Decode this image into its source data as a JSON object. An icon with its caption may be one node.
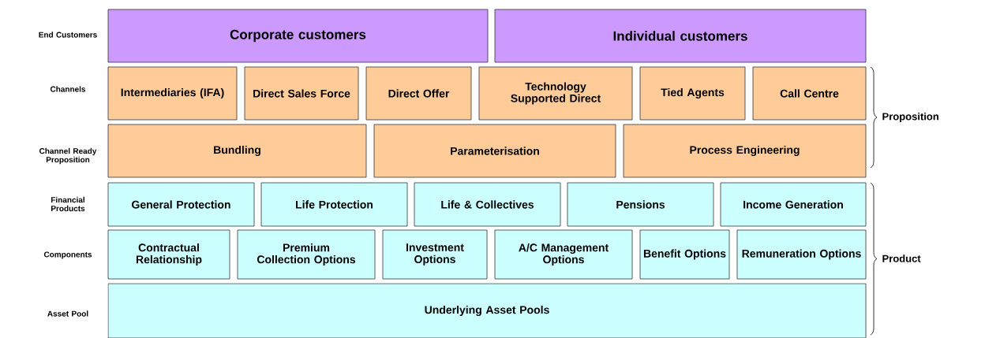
{
  "diagram": {
    "nodes": [
      {
        "text": [
          "Corporate customers"
        ]
      },
      {
        "text": [
          "Individual customers"
        ]
      },
      {
        "text": [
          "Intermediaries (IFA)"
        ]
      },
      {
        "text": [
          "Direct Sales Force"
        ]
      },
      {
        "text": [
          "Direct Offer"
        ]
      },
      {
        "text": [
          "Technology Supported Direct"
        ]
      },
      {
        "text": [
          "Tied Agents"
        ]
      },
      {
        "text": [
          "Call Centre"
        ]
      },
      {
        "text": [
          "Bundling"
        ]
      },
      {
        "text": [
          "Parameterisation"
        ]
      },
      {
        "text": [
          "Process Engineering"
        ]
      },
      {
        "text": [
          "General Protection"
        ]
      },
      {
        "text": [
          "Life Protection"
        ]
      },
      {
        "text": [
          "Life & Collectives"
        ]
      },
      {
        "text": [
          "Pensions"
        ]
      },
      {
        "text": [
          "Income Generation"
        ]
      },
      {
        "text": [
          "Contractual Relationship"
        ]
      },
      {
        "text": [
          "Premium Collection Options"
        ]
      },
      {
        "text": [
          "Investment Options"
        ]
      },
      {
        "text": [
          "A/C Management Options"
        ]
      },
      {
        "text": [
          "Benefit Options"
        ]
      },
      {
        "text": [
          "Remuneration Options"
        ]
      },
      {
        "text": [
          "Underlying Asset Pools"
        ]
      }
    ],
    "labels": [
      "End Customers",
      "Channels",
      "Channel Ready Proposition",
      "Financial Products",
      "Components",
      "Asset Pool",
      "Proposition",
      "Product"
    ]
  }
}
